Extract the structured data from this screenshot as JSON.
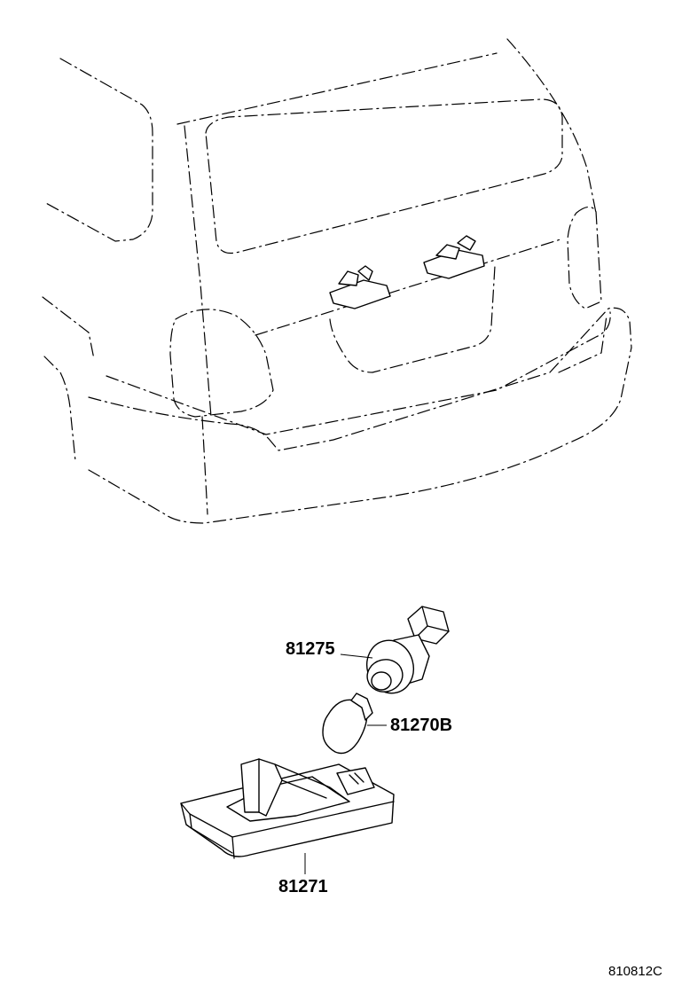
{
  "parts": [
    {
      "id": "socket",
      "number": "81275"
    },
    {
      "id": "bulb",
      "number": "81270B"
    },
    {
      "id": "lamp-assembly",
      "number": "81271"
    }
  ],
  "figure_code": "810812C"
}
